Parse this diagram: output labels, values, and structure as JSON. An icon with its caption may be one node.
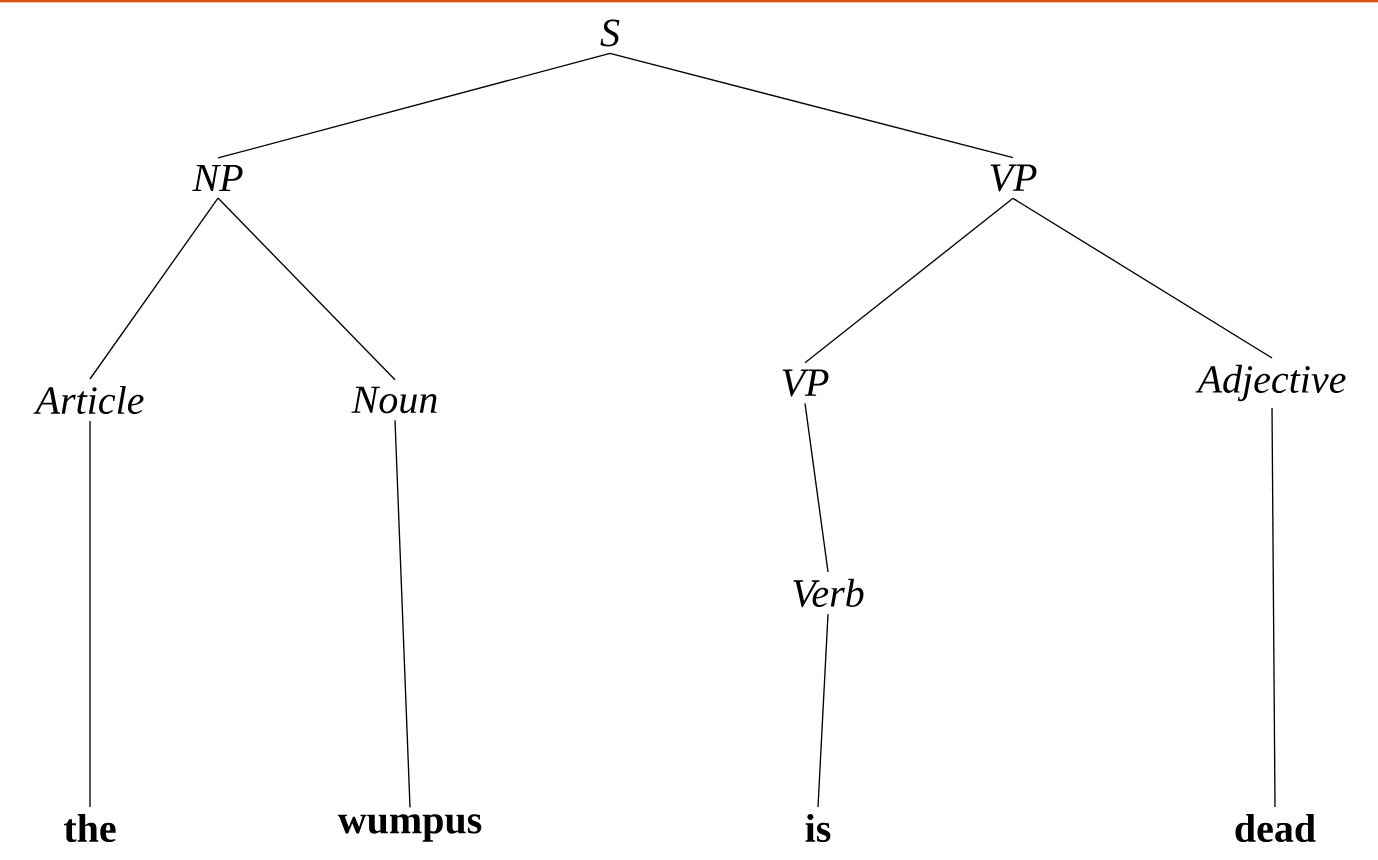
{
  "diagram": {
    "nodes": [
      {
        "text": [
          "S"
        ]
      },
      {
        "text": [
          "NP"
        ]
      },
      {
        "text": [
          "VP"
        ]
      },
      {
        "text": [
          "Article"
        ]
      },
      {
        "text": [
          "Noun"
        ]
      },
      {
        "text": [
          "VP"
        ]
      },
      {
        "text": [
          "Adjective"
        ]
      },
      {
        "text": [
          "Verb"
        ]
      },
      {
        "text": [
          "the"
        ]
      },
      {
        "text": [
          "wumpus"
        ]
      },
      {
        "text": [
          "is"
        ]
      },
      {
        "text": [
          "dead"
        ]
      }
    ],
    "edges": [
      {
        "from": 0,
        "to": 1,
        "arrow": "none"
      },
      {
        "from": 0,
        "to": 2,
        "arrow": "none"
      },
      {
        "from": 1,
        "to": 3,
        "arrow": "none"
      },
      {
        "from": 1,
        "to": 4,
        "arrow": "none"
      },
      {
        "from": 2,
        "to": 5,
        "arrow": "none"
      },
      {
        "from": 2,
        "to": 6,
        "arrow": "none"
      },
      {
        "from": 5,
        "to": 7,
        "arrow": "none"
      },
      {
        "from": 3,
        "to": 8,
        "arrow": "none"
      },
      {
        "from": 4,
        "to": 9,
        "arrow": "none"
      },
      {
        "from": 7,
        "to": 10,
        "arrow": "none"
      },
      {
        "from": 6,
        "to": 11,
        "arrow": "none"
      }
    ]
  }
}
